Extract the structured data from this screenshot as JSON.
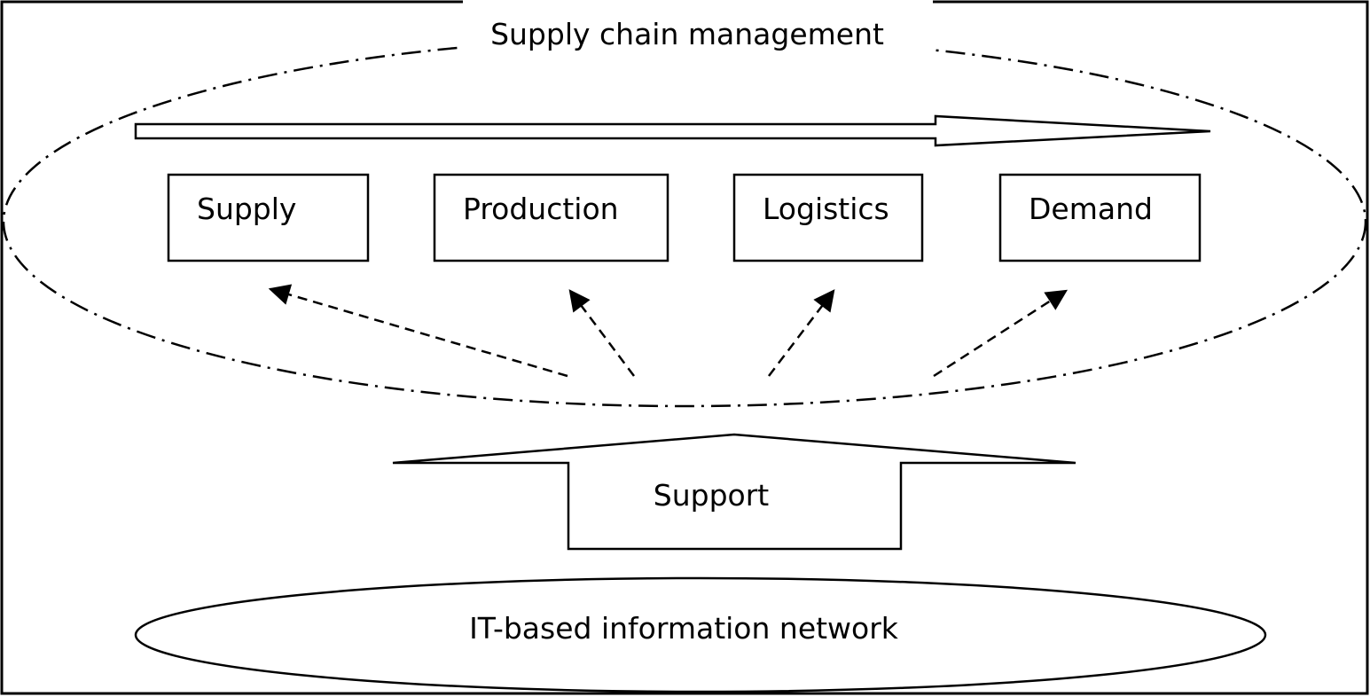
{
  "title": "Supply chain management",
  "stages": [
    {
      "label": "Supply"
    },
    {
      "label": "Production"
    },
    {
      "label": "Logistics"
    },
    {
      "label": "Demand"
    }
  ],
  "support_label": "Support",
  "network_label": "IT-based information network",
  "colors": {
    "stroke": "#000000",
    "background": "#ffffff"
  }
}
